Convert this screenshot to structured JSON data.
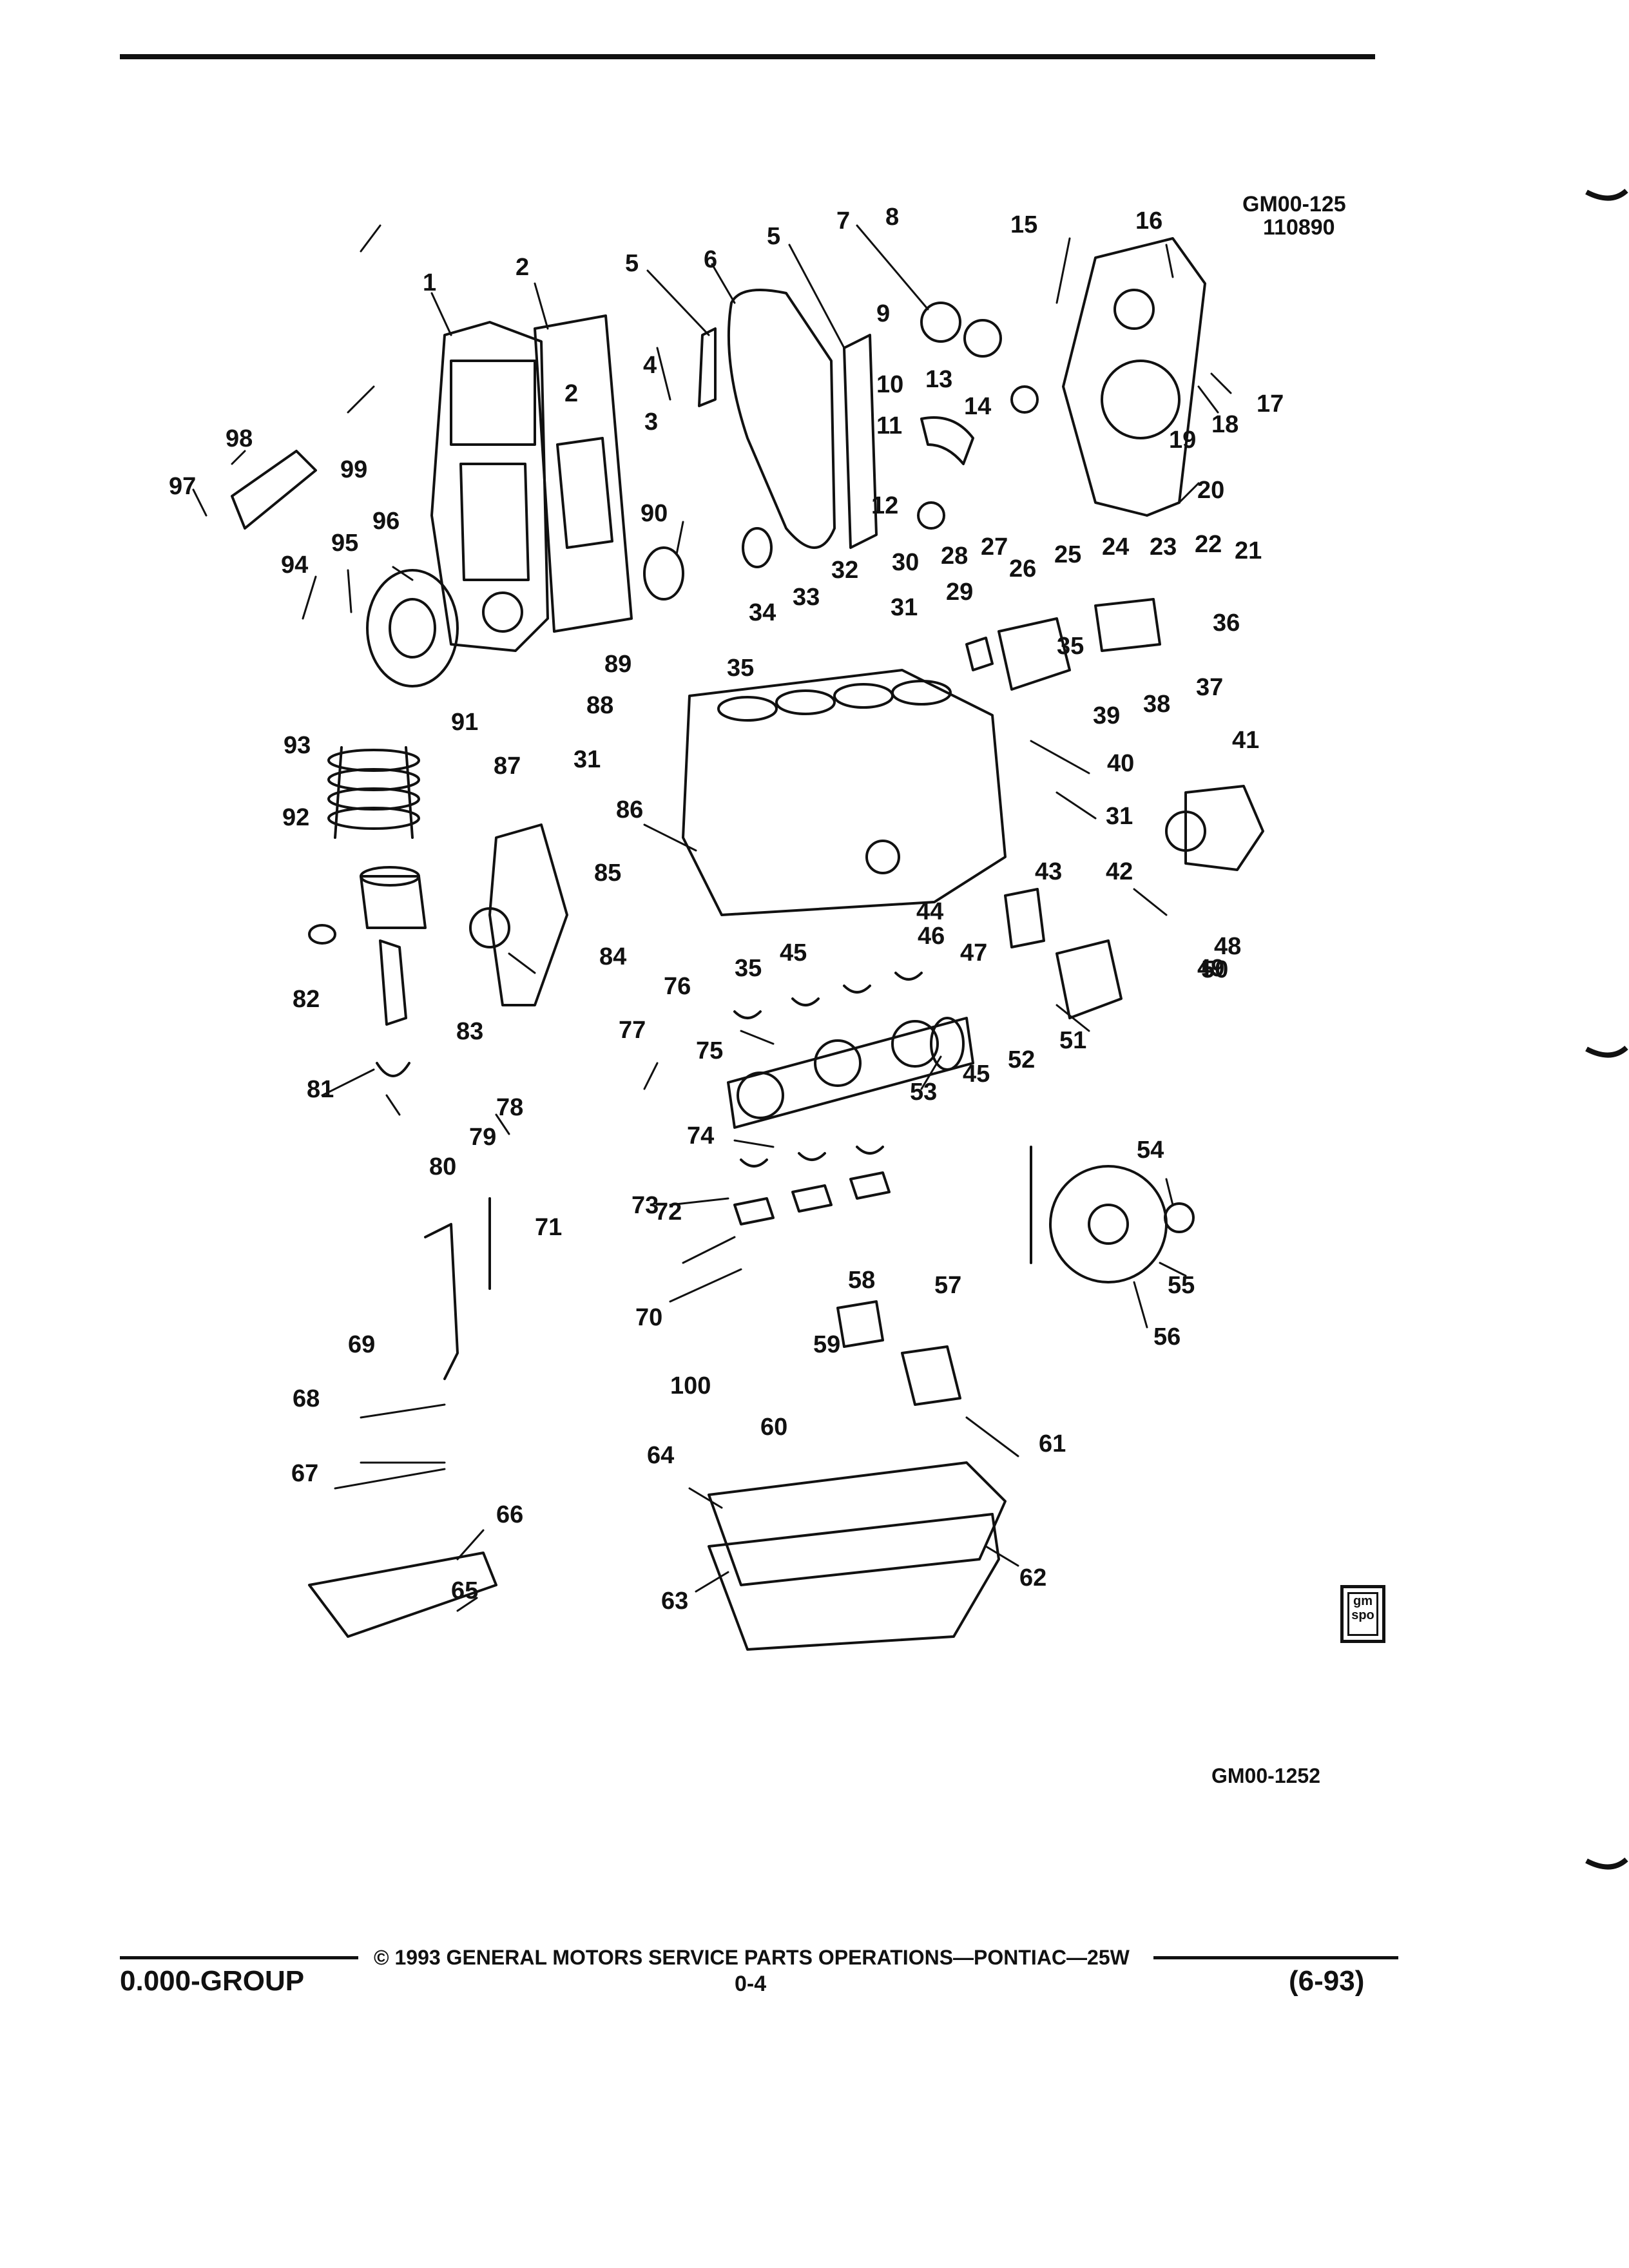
{
  "figure": {
    "ref_code": "GM00-125",
    "ref_date": "110890",
    "figure_id": "GM00-1252"
  },
  "parts": [
    "1",
    "2",
    "2",
    "3",
    "4",
    "5",
    "5",
    "6",
    "7",
    "8",
    "9",
    "10",
    "11",
    "12",
    "13",
    "14",
    "15",
    "16",
    "17",
    "18",
    "19",
    "20",
    "21",
    "22",
    "23",
    "24",
    "25",
    "26",
    "27",
    "28",
    "29",
    "30",
    "31",
    "31",
    "31",
    "32",
    "33",
    "34",
    "35",
    "35",
    "35",
    "36",
    "37",
    "38",
    "39",
    "40",
    "41",
    "42",
    "43",
    "44",
    "45",
    "45",
    "46",
    "47",
    "48",
    "49",
    "50",
    "51",
    "52",
    "53",
    "54",
    "55",
    "56",
    "57",
    "58",
    "59",
    "60",
    "61",
    "62",
    "63",
    "64",
    "65",
    "66",
    "67",
    "68",
    "69",
    "70",
    "71",
    "72",
    "73",
    "74",
    "75",
    "76",
    "77",
    "78",
    "79",
    "80",
    "81",
    "82",
    "83",
    "84",
    "85",
    "86",
    "87",
    "88",
    "89",
    "90",
    "91",
    "92",
    "93",
    "94",
    "95",
    "96",
    "97",
    "98",
    "99",
    "100"
  ],
  "logo": {
    "line1": "gm",
    "line2": "spo"
  },
  "footer": {
    "copyright": "© 1993 GENERAL MOTORS SERVICE PARTS OPERATIONS—PONTIAC—25W",
    "group": "0.000-GROUP",
    "page": "0-4",
    "date": "(6-93)"
  }
}
